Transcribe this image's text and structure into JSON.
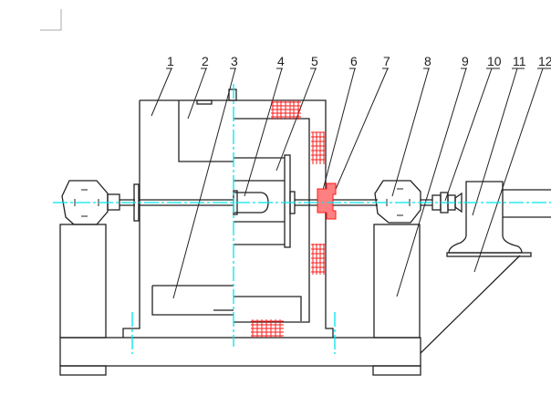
{
  "figure": {
    "type": "mechanical assembly drawing",
    "part_labels": [
      "1",
      "2",
      "3",
      "4",
      "5",
      "6",
      "7",
      "8",
      "9",
      "10",
      "11",
      "12"
    ]
  },
  "colors": {
    "outline": "#222222",
    "centerline": "#00e5ee",
    "hatch": "#ff1a1a"
  }
}
